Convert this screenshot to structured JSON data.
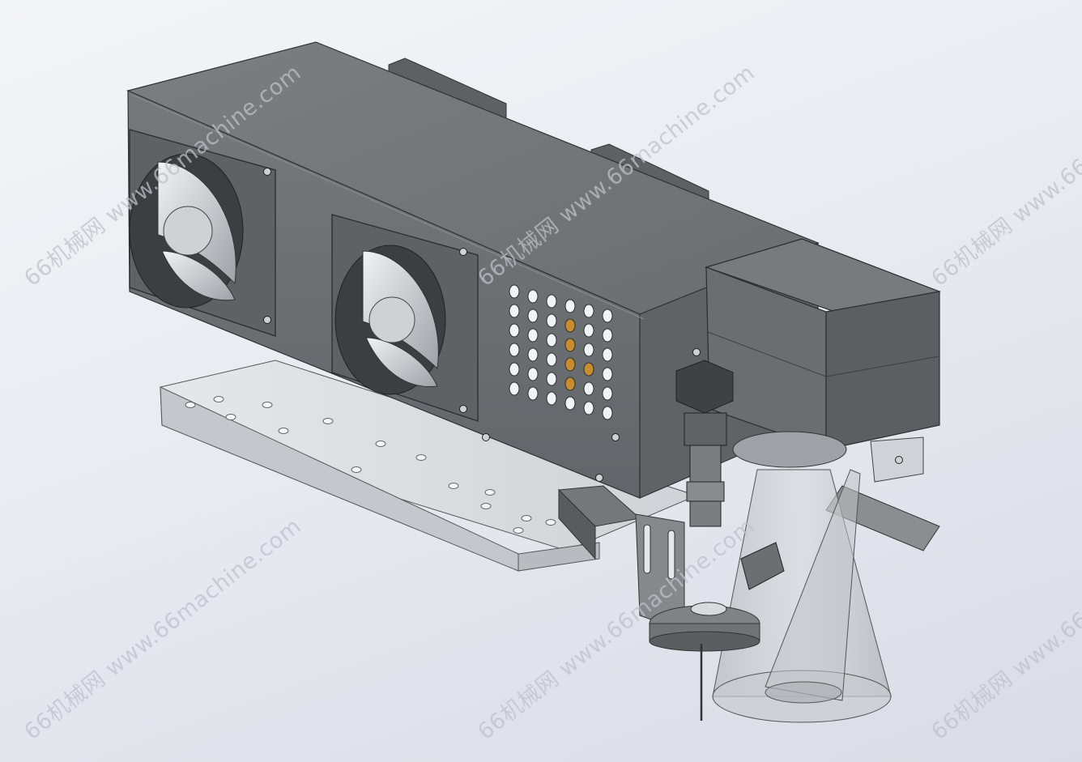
{
  "watermark": {
    "brand": "66机械网",
    "url": "www.66machine.com",
    "full_text": "66机械网 www.66machine.com"
  },
  "colors": {
    "housing": "#6f7374",
    "housing_dark": "#5a5e60",
    "base_plate": "#dfe1e4",
    "fan_frame": "#65696b",
    "blade": "#d6d8dc",
    "cone": "#c9cbd0",
    "hole_accent": "#c88d2f"
  }
}
